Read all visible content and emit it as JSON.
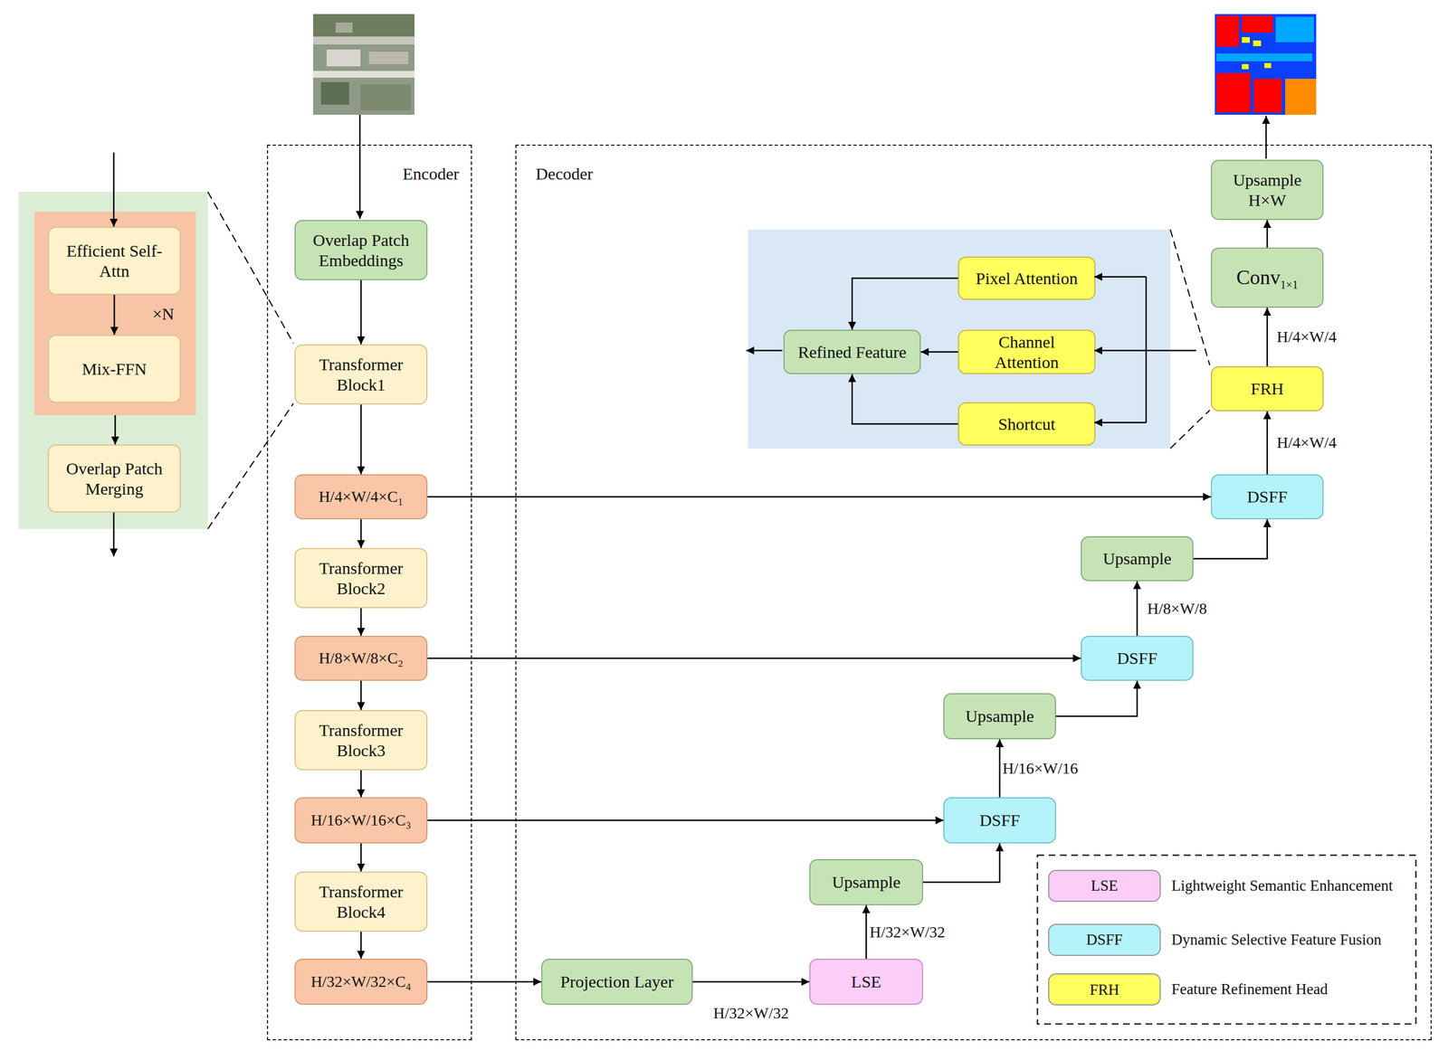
{
  "diagram": {
    "nodes": [
      {
        "text": [
          "×N"
        ]
      },
      {
        "text": [
          "Efficient Self-Attn"
        ],
        "in": 0
      },
      {
        "text": [
          "Mix-FFN"
        ],
        "in": 0
      },
      {
        "text": [
          "Overlap Patch Merging"
        ]
      },
      {
        "text": [
          "Encoder"
        ]
      },
      {
        "text": [
          "Overlap Patch Embeddings"
        ],
        "in": 4
      },
      {
        "text": [
          "Transformer Block1"
        ],
        "in": 4
      },
      {
        "text": [
          "H/4×W/4×C₁"
        ],
        "in": 4
      },
      {
        "text": [
          "Transformer Block2"
        ],
        "in": 4
      },
      {
        "text": [
          "H/8×W/8×C₂"
        ],
        "in": 4
      },
      {
        "text": [
          "Transformer Block3"
        ],
        "in": 4
      },
      {
        "text": [
          "H/16×W/16×C₃"
        ],
        "in": 4
      },
      {
        "text": [
          "Transformer Block4"
        ],
        "in": 4
      },
      {
        "text": [
          "H/32×W/32×C₄"
        ],
        "in": 4
      },
      {
        "text": [
          "Decoder"
        ]
      },
      {
        "text": [
          "Upsample H×W"
        ],
        "in": 14
      },
      {
        "text": [
          "Conv",
          "1×1"
        ],
        "in": 14
      },
      {
        "text": [
          "Pixel Attention"
        ],
        "in": 14
      },
      {
        "text": [
          "Refined Feature"
        ],
        "in": 14
      },
      {
        "text": [
          "Channel Attention"
        ],
        "in": 14
      },
      {
        "text": [
          "Shortcut"
        ],
        "in": 14
      },
      {
        "text": [
          "FRH"
        ],
        "in": 14
      },
      {
        "text": [
          "DSFF"
        ],
        "in": 14
      },
      {
        "text": [
          "Upsample"
        ],
        "in": 14
      },
      {
        "text": [
          "DSFF"
        ],
        "in": 14
      },
      {
        "text": [
          "Upsample"
        ],
        "in": 14
      },
      {
        "text": [
          "DSFF"
        ],
        "in": 14
      },
      {
        "text": [
          "Upsample"
        ],
        "in": 14
      },
      {
        "text": [
          "Projection Layer"
        ],
        "in": 14
      },
      {
        "text": [
          "LSE"
        ],
        "in": 14
      }
    ],
    "edges": [
      {
        "from": 1,
        "to": 2,
        "arrow": "to"
      },
      {
        "from": 0,
        "to": 3,
        "arrow": "to"
      },
      {
        "from": 5,
        "to": 6,
        "arrow": "to"
      },
      {
        "from": 6,
        "to": 7,
        "arrow": "to"
      },
      {
        "from": 7,
        "to": 8,
        "arrow": "to"
      },
      {
        "from": 8,
        "to": 9,
        "arrow": "to"
      },
      {
        "from": 9,
        "to": 10,
        "arrow": "to"
      },
      {
        "from": 10,
        "to": 11,
        "arrow": "to"
      },
      {
        "from": 11,
        "to": 12,
        "arrow": "to"
      },
      {
        "from": 12,
        "to": 13,
        "arrow": "to"
      },
      {
        "from": 13,
        "to": 28,
        "arrow": "to"
      },
      {
        "from": 28,
        "to": 29,
        "label": "H/32×W/32",
        "arrow": "to"
      },
      {
        "from": 29,
        "to": 27,
        "label": "H/32×W/32",
        "arrow": "to"
      },
      {
        "from": 27,
        "to": 26,
        "arrow": "to"
      },
      {
        "from": 11,
        "to": 26,
        "arrow": "to"
      },
      {
        "from": 26,
        "to": 25,
        "label": "H/16×W/16",
        "arrow": "to"
      },
      {
        "from": 25,
        "to": 24,
        "arrow": "to"
      },
      {
        "from": 9,
        "to": 24,
        "arrow": "to"
      },
      {
        "from": 24,
        "to": 23,
        "label": "H/8×W/8",
        "arrow": "to"
      },
      {
        "from": 23,
        "to": 22,
        "arrow": "to"
      },
      {
        "from": 7,
        "to": 22,
        "arrow": "to"
      },
      {
        "from": 22,
        "to": 21,
        "label": "H/4×W/4",
        "arrow": "to"
      },
      {
        "from": 21,
        "to": 16,
        "label": "H/4×W/4",
        "arrow": "to"
      },
      {
        "from": 16,
        "to": 15,
        "arrow": "to"
      },
      {
        "from": 17,
        "to": 18,
        "arrow": "to"
      },
      {
        "from": 19,
        "to": 18,
        "arrow": "to"
      },
      {
        "from": 20,
        "to": 18,
        "arrow": "to"
      }
    ],
    "labels": [
      "LSE",
      "DSFF",
      "FRH"
    ],
    "legend": [
      {
        "text": "Lightweight Semantic Enhancement",
        "color": "#fbcdf7"
      },
      {
        "text": "Dynamic Selective Feature Fusion",
        "color": "#b5f3fa"
      },
      {
        "text": "Feature Refinement Head",
        "color": "#ffff5e"
      }
    ]
  }
}
